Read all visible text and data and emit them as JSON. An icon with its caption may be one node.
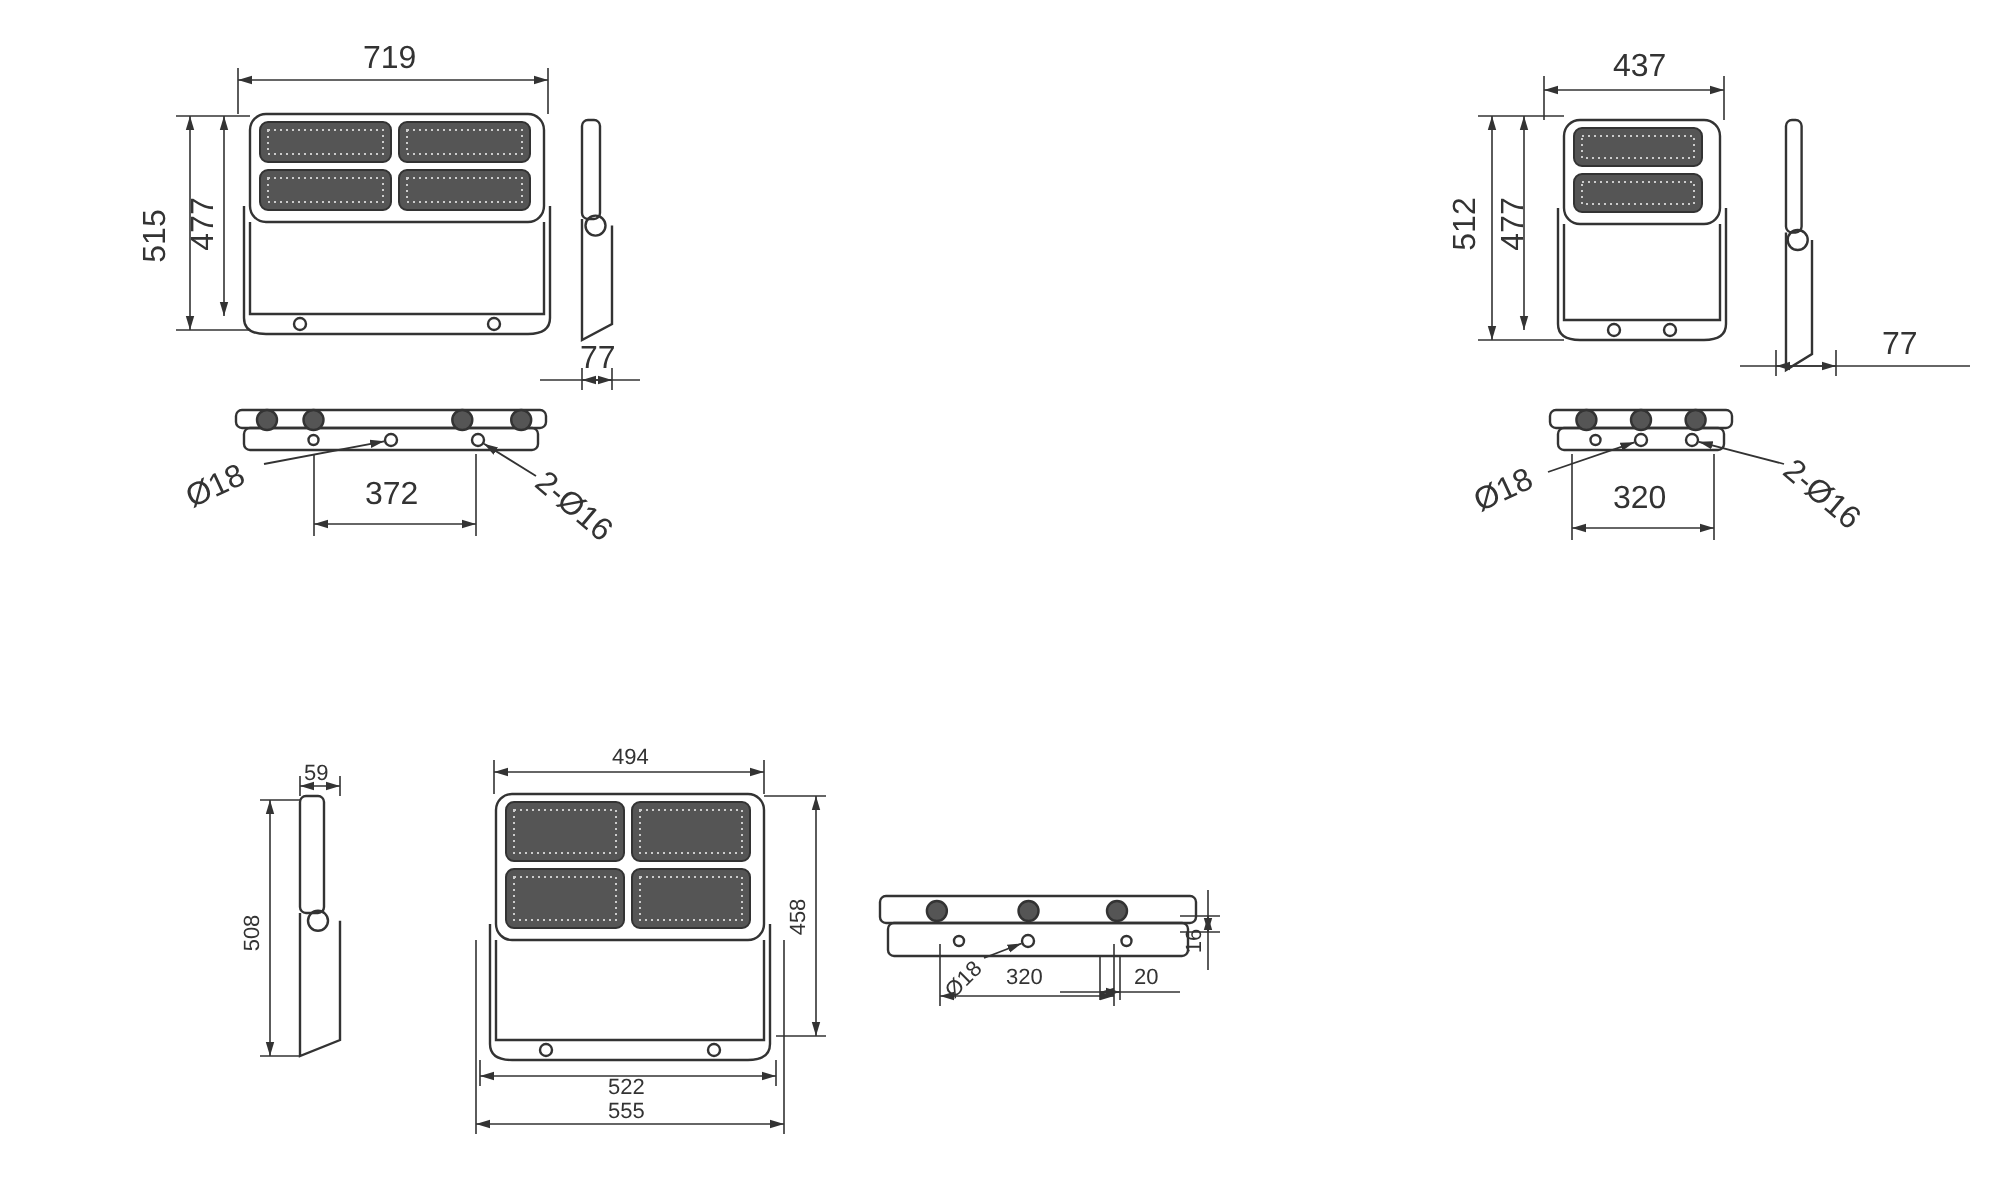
{
  "diagram": {
    "nodes": [
      {
        "text": [
          "Ø18"
        ]
      },
      {
        "text": [
          "2-Ø16"
        ]
      },
      {
        "text": [
          "Ø18"
        ]
      },
      {
        "text": [
          "2-Ø16"
        ]
      },
      {
        "text": [
          "Ø18"
        ]
      },
      {
        "text": [],
        "shape": "circle"
      },
      {
        "text": [],
        "shape": "circle"
      },
      {
        "text": [],
        "shape": "circle"
      },
      {
        "text": [],
        "shape": "circle"
      },
      {
        "text": [],
        "shape": "circle"
      }
    ],
    "edges": [
      {
        "from": 0,
        "to": 5,
        "arrow": "to"
      },
      {
        "from": 1,
        "to": 6,
        "arrow": "to"
      },
      {
        "from": 2,
        "to": 7,
        "arrow": "to"
      },
      {
        "from": 3,
        "to": 8,
        "arrow": "to"
      },
      {
        "from": 4,
        "to": 9,
        "arrow": "to"
      }
    ],
    "labels": [
      "719",
      "515",
      "477",
      "77",
      "372",
      "437",
      "512",
      "477",
      "77",
      "320",
      "59",
      "494",
      "508",
      "458",
      "522",
      "555",
      "320",
      "20",
      "16"
    ]
  }
}
